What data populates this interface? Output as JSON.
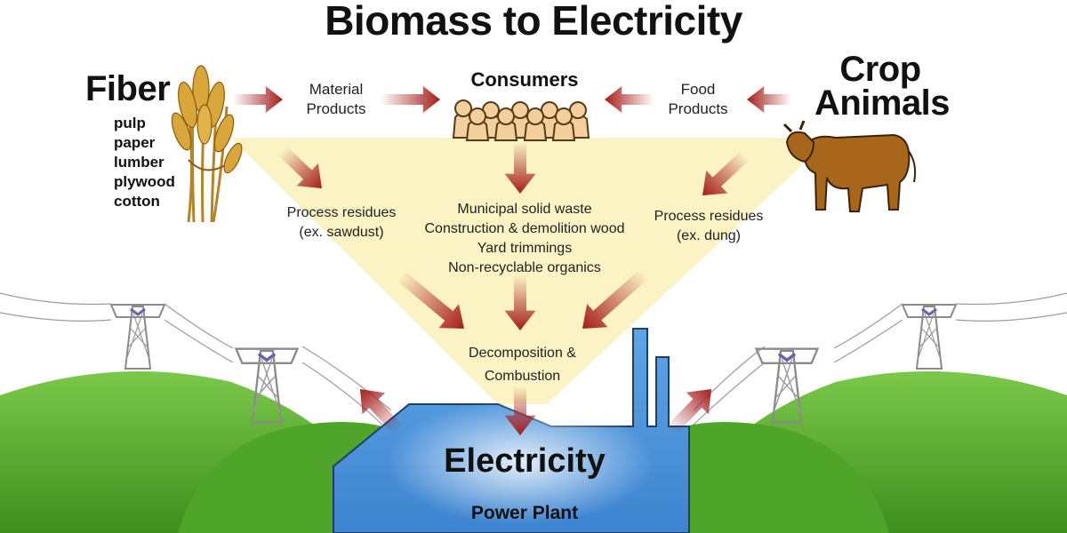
{
  "title": "Biomass to Electricity",
  "fiber": {
    "heading": "Fiber",
    "items": [
      "pulp",
      "paper",
      "lumber",
      "plywood",
      "cotton"
    ]
  },
  "material_products": [
    "Material",
    "Products"
  ],
  "consumers": "Consumers",
  "food_products": [
    "Food",
    "Products"
  ],
  "crop_animals": [
    "Crop",
    "Animals"
  ],
  "process_residues_left": [
    "Process residues",
    "(ex. sawdust)"
  ],
  "municipal": [
    "Municipal solid waste",
    "Construction & demolition wood",
    "Yard trimmings",
    "Non-recyclable organics"
  ],
  "process_residues_right": [
    "Process residues",
    "(ex. dung)"
  ],
  "decomposition": [
    "Decomposition &",
    "Combustion"
  ],
  "electricity": "Electricity",
  "power_plant": "Power Plant",
  "colors": {
    "arrow": "#a51c1c",
    "funnel": "#fbf3c4",
    "plant": "#4f95d9",
    "hill": "#5cae2e",
    "wheat": "#d9a63a",
    "cow": "#a8661a",
    "people": "#f3cf9d"
  }
}
